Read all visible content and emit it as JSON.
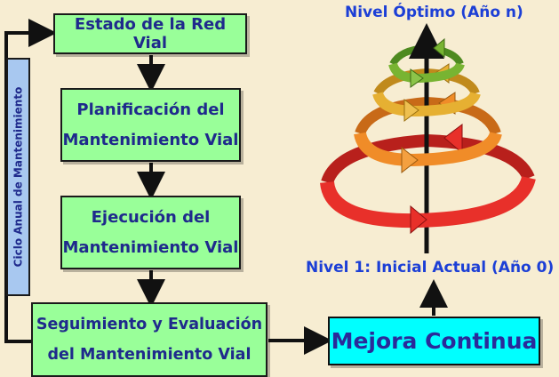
{
  "flow": {
    "estado": "Estado de la Red Vial",
    "planificacion": [
      "Planificación del",
      "Mantenimiento Vial"
    ],
    "ejecucion": [
      "Ejecución del",
      "Mantenimiento Vial"
    ],
    "seguimiento": [
      "Seguimiento y Evaluación",
      "del Mantenimiento Vial"
    ],
    "mejora": "Mejora Continua",
    "ciclo": "Ciclo Anual de Mantenimiento"
  },
  "spiral": {
    "top_label": "Nivel Óptimo (Año n)",
    "bottom_label": "Nivel 1: Inicial Actual (Año 0)"
  },
  "colors": {
    "box_green": "#99ff99",
    "box_cyan": "#00ffff",
    "sidebar_blue": "#a8c8f0",
    "text_blue": "#1f2a8c",
    "label_blue": "#1c3fd6",
    "ring_red": "#e8302a",
    "ring_orange": "#f08c28",
    "ring_yellow": "#e6b032",
    "ring_green": "#78b432"
  }
}
